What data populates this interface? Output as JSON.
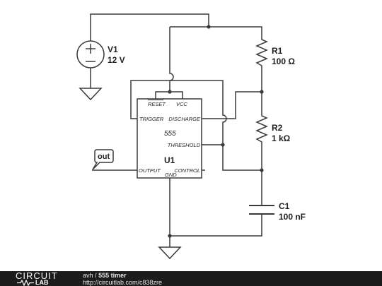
{
  "circuit": {
    "v1": {
      "name": "V1",
      "value": "12 V"
    },
    "r1": {
      "name": "R1",
      "value": "100 Ω"
    },
    "r2": {
      "name": "R2",
      "value": "1 kΩ"
    },
    "c1": {
      "name": "C1",
      "value": "100 nF"
    },
    "u1": {
      "name": "U1",
      "type": "555",
      "pins": {
        "reset": "RESET",
        "vcc": "VCC",
        "trigger": "TRIGGER",
        "discharge": "DISCHARGE",
        "threshold": "THRESHOLD",
        "output": "OUTPUT",
        "gnd": "GND",
        "control": "CONTROL"
      }
    },
    "output_label": "out"
  },
  "footer": {
    "logo_top": "CIRCUIT",
    "logo_bottom": "LAB",
    "author": "avh",
    "separator": "/",
    "title": "555 timer",
    "url": "http://circuitlab.com/c838zre"
  }
}
